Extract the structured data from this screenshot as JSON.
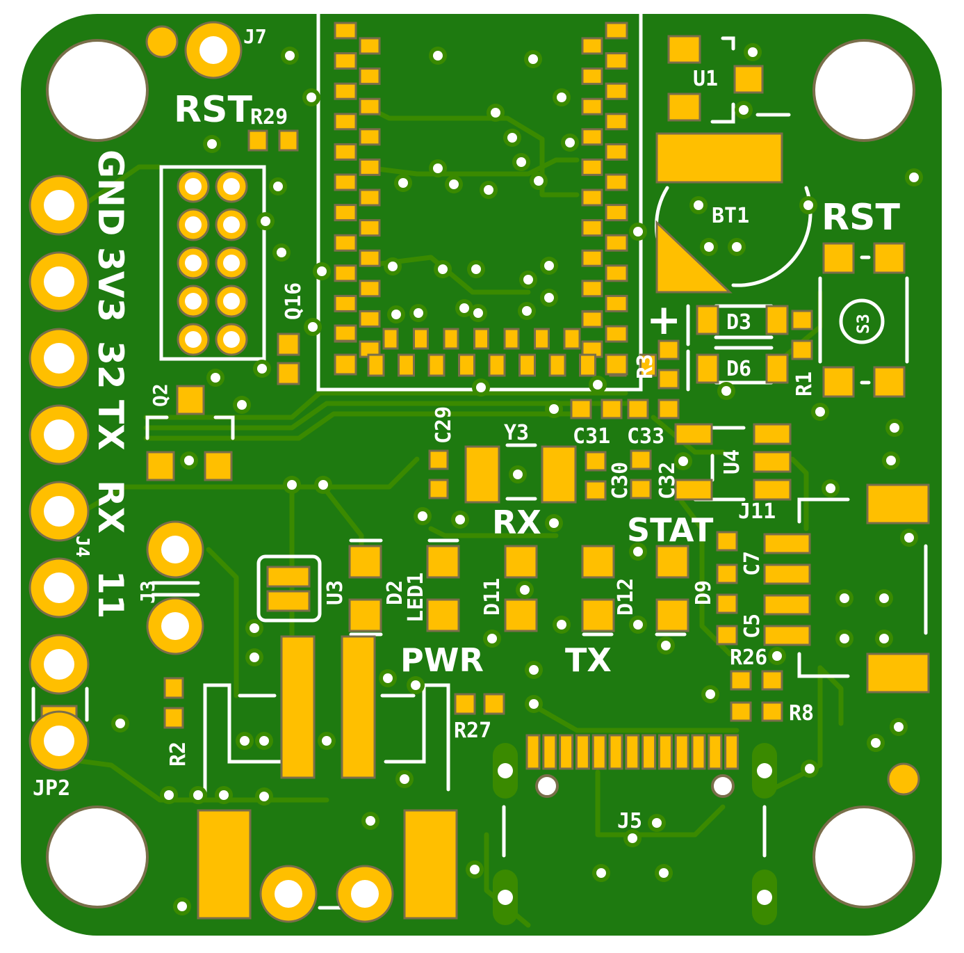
{
  "board": {
    "colors": {
      "soldermask": "#1e7a10",
      "copper_trace": "#3a8a00",
      "pad": "#ffbf00",
      "silkscreen": "#ffffff"
    },
    "labels": {
      "j7": "J7",
      "rst_left": "RST",
      "r29": "R29",
      "gnd": "GND",
      "v3v3": "3V3",
      "pin32": "32",
      "tx_left": "TX",
      "rx_left": "RX",
      "pin11": "11",
      "j4": "J4",
      "j3": "J3",
      "q2": "Q2",
      "q16": "Q16",
      "u3": "U3",
      "d2": "D2",
      "led1": "LED1",
      "d11": "D11",
      "d12": "D12",
      "d9": "D9",
      "c7": "C7",
      "c5": "C5",
      "r26": "R26",
      "r8": "R8",
      "r27": "R27",
      "r2": "R2",
      "jp2": "JP2",
      "pwr": "PWR",
      "tx_led": "TX",
      "rx_led": "RX",
      "stat": "STAT",
      "y3": "Y3",
      "c29": "C29",
      "c31": "C31",
      "c33": "C33",
      "c30": "C30",
      "c32": "C32",
      "u4": "U4",
      "j11": "J11",
      "u1": "U1",
      "bt1": "BT1",
      "rst_right": "RST",
      "s3": "S3",
      "d3": "D3",
      "d6": "D6",
      "r1": "R1",
      "r3": "R3",
      "plus": "+",
      "j5": "J5"
    }
  }
}
